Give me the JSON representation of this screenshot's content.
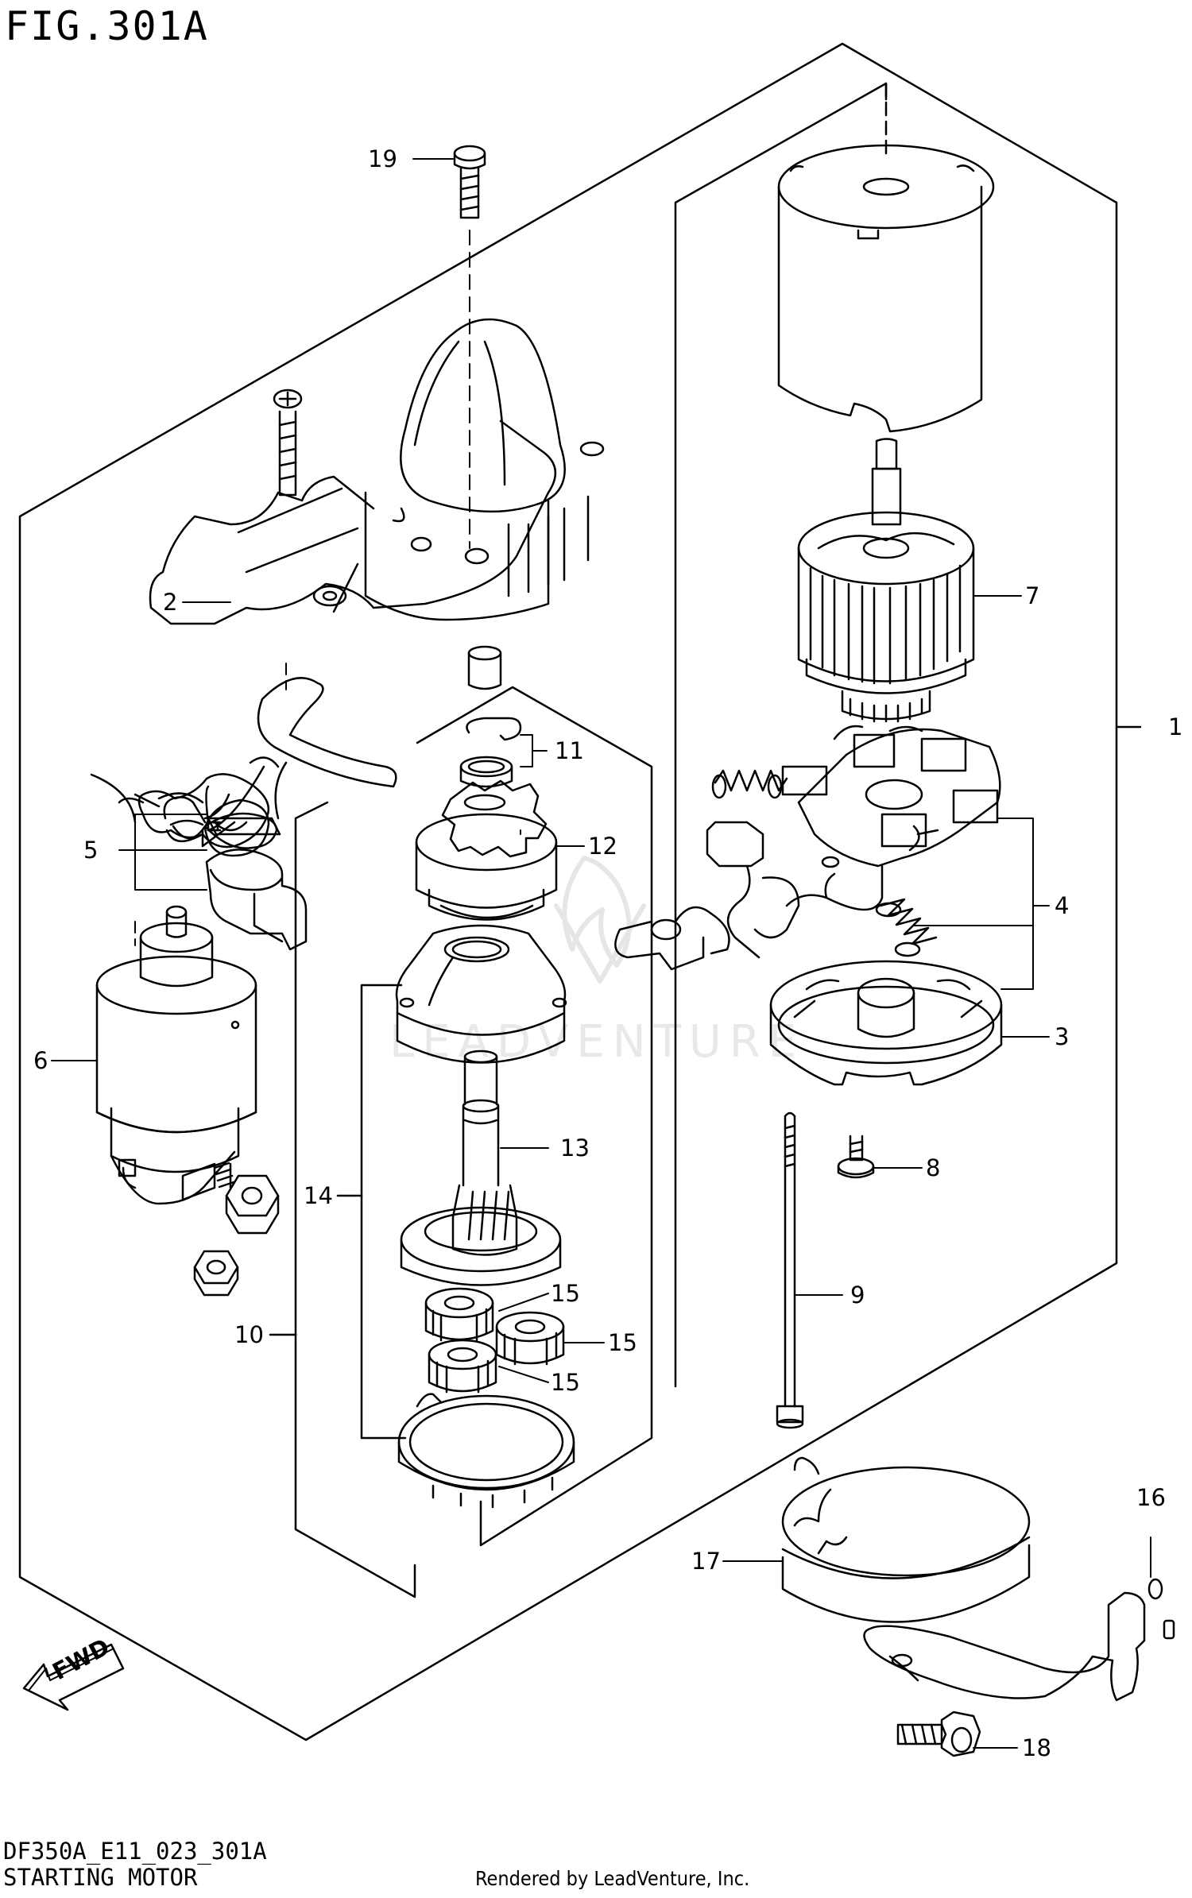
{
  "figure": {
    "title": "FIG.301A",
    "code": "DF350A_E11_023_301A",
    "subtitle": "STARTING MOTOR",
    "credit": "Rendered by LeadVenture, Inc.",
    "watermark": "LEADVENTURE"
  },
  "fwd_label": "FWD",
  "callouts": [
    "1",
    "2",
    "3",
    "4",
    "5",
    "6",
    "7",
    "8",
    "9",
    "10",
    "11",
    "12",
    "13",
    "14",
    "15",
    "15",
    "15",
    "16",
    "17",
    "18",
    "19"
  ],
  "colors": {
    "line": "#000000",
    "background": "#ffffff",
    "watermark": "#e8e8e8"
  }
}
